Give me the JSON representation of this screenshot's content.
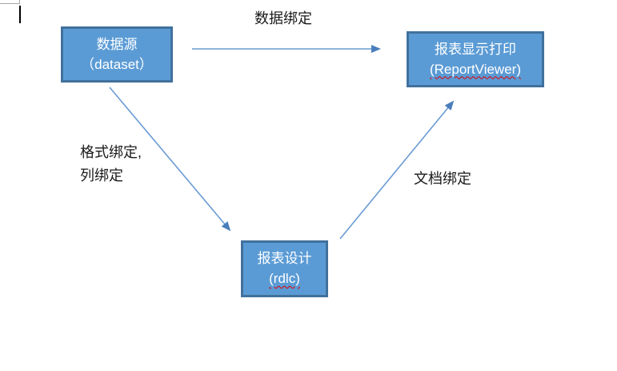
{
  "diagram": {
    "nodes": [
      {
        "id": "dataset",
        "title": "数据源",
        "subtitle": "（dataset）"
      },
      {
        "id": "reportviewer",
        "title": "报表显示打印",
        "subtitle": "(ReportViewer)"
      },
      {
        "id": "rdlc",
        "title": "报表设计",
        "subtitle": "(rdlc)"
      }
    ],
    "edges": [
      {
        "from": "dataset",
        "to": "reportviewer",
        "label": "数据绑定"
      },
      {
        "from": "dataset",
        "to": "rdlc",
        "label_line1": "格式绑定,",
        "label_line2": "列绑定"
      },
      {
        "from": "rdlc",
        "to": "reportviewer",
        "label": "文档绑定"
      }
    ],
    "colors": {
      "node_fill": "#5b9bd5",
      "node_border": "#41719c",
      "node_text": "#ffffff",
      "arrow_line": "#6a9bd4",
      "arrow_head": "#4a7ebb",
      "label_text": "#1a1a1a",
      "spellcheck_underline": "#e00000",
      "margin_mark": "#a6a6a6",
      "caret": "#000000",
      "background": "#ffffff"
    }
  }
}
